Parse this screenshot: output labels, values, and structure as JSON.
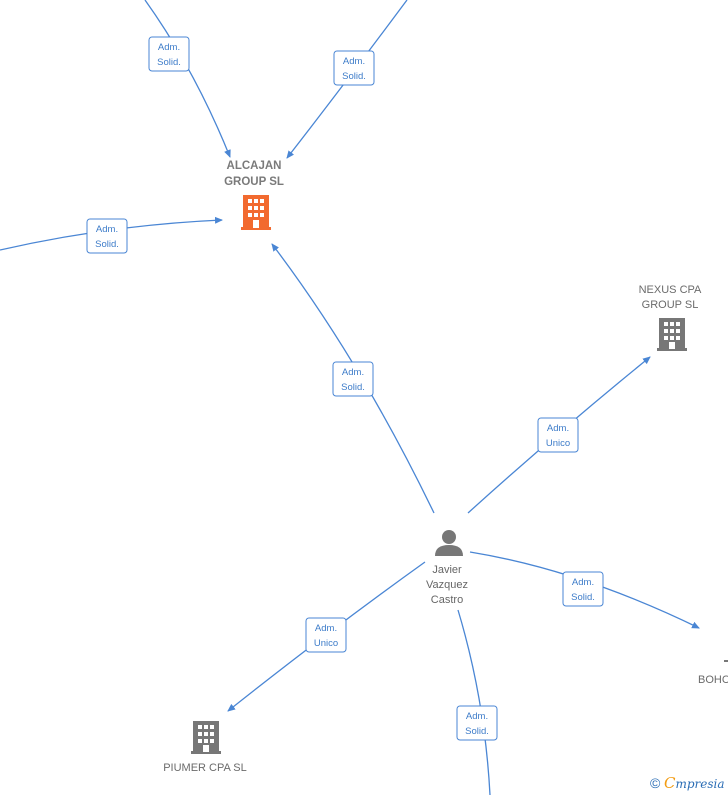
{
  "colors": {
    "edge": "#4a86d4",
    "company_main": "#f26a2f",
    "company": "#777777",
    "person": "#777777"
  },
  "nodes": {
    "alcajan": {
      "lines": [
        "ALCAJAN",
        "GROUP  SL"
      ],
      "icon": "building-icon"
    },
    "nexus": {
      "lines": [
        "NEXUS CPA",
        "GROUP  SL"
      ],
      "icon": "building-icon"
    },
    "piumer": {
      "lines": [
        "PIUMER CPA  SL"
      ],
      "icon": "building-icon"
    },
    "boho": {
      "lines": [
        "BOHC"
      ],
      "icon": "building-icon"
    },
    "javier": {
      "lines": [
        "Javier",
        "Vazquez",
        "Castro"
      ],
      "icon": "person-icon"
    }
  },
  "edges": [
    {
      "id": "edge-top-left-to-alcajan",
      "label": [
        "Adm.",
        "Solid."
      ]
    },
    {
      "id": "edge-top-right-to-alcajan",
      "label": [
        "Adm.",
        "Solid."
      ]
    },
    {
      "id": "edge-left-to-alcajan",
      "label": [
        "Adm.",
        "Solid."
      ]
    },
    {
      "id": "edge-javier-to-alcajan",
      "label": [
        "Adm.",
        "Solid."
      ]
    },
    {
      "id": "edge-javier-to-nexus",
      "label": [
        "Adm.",
        "Unico"
      ]
    },
    {
      "id": "edge-javier-to-boho",
      "label": [
        "Adm.",
        "Solid."
      ]
    },
    {
      "id": "edge-javier-to-piumer",
      "label": [
        "Adm.",
        "Unico"
      ]
    },
    {
      "id": "edge-javier-to-bottom",
      "label": [
        "Adm.",
        "Solid."
      ]
    }
  ],
  "watermark": {
    "copyright": "©",
    "brand_initial": "C",
    "brand_rest": "mpresia"
  }
}
